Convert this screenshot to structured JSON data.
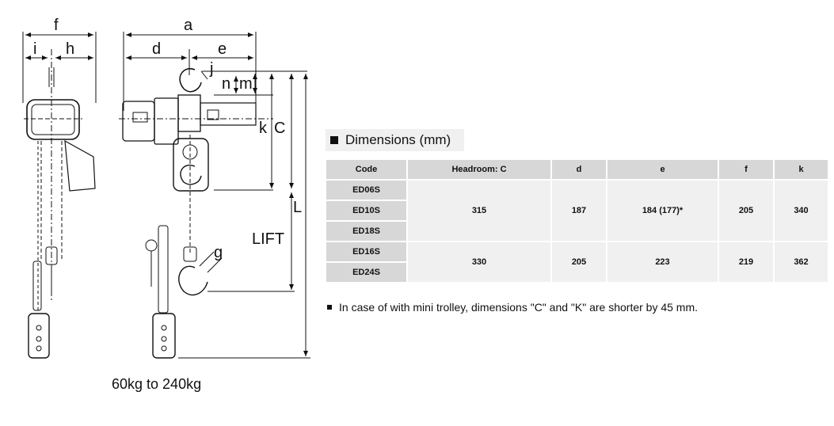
{
  "drawing": {
    "labels": {
      "f": "f",
      "i": "i",
      "h": "h",
      "a": "a",
      "d": "d",
      "e": "e",
      "j": "j",
      "n": "n",
      "m": "m",
      "k": "k",
      "C": "C",
      "L": "L",
      "LIFT": "LIFT",
      "g": "g"
    },
    "caption": "60kg to 240kg"
  },
  "dimensions": {
    "title": "Dimensions (mm)",
    "headers": [
      "Code",
      "Headroom: C",
      "d",
      "e",
      "f",
      "k"
    ],
    "groups": [
      {
        "codes": [
          "ED06S",
          "ED10S",
          "ED18S"
        ],
        "headroom_c": "315",
        "d": "187",
        "e": "184 (177)*",
        "f": "205",
        "k": "340"
      },
      {
        "codes": [
          "ED16S",
          "ED24S"
        ],
        "headroom_c": "330",
        "d": "205",
        "e": "223",
        "f": "219",
        "k": "362"
      }
    ],
    "note": "In case of with mini trolley, dimensions \"C\" and \"K\" are shorter by 45 mm."
  }
}
